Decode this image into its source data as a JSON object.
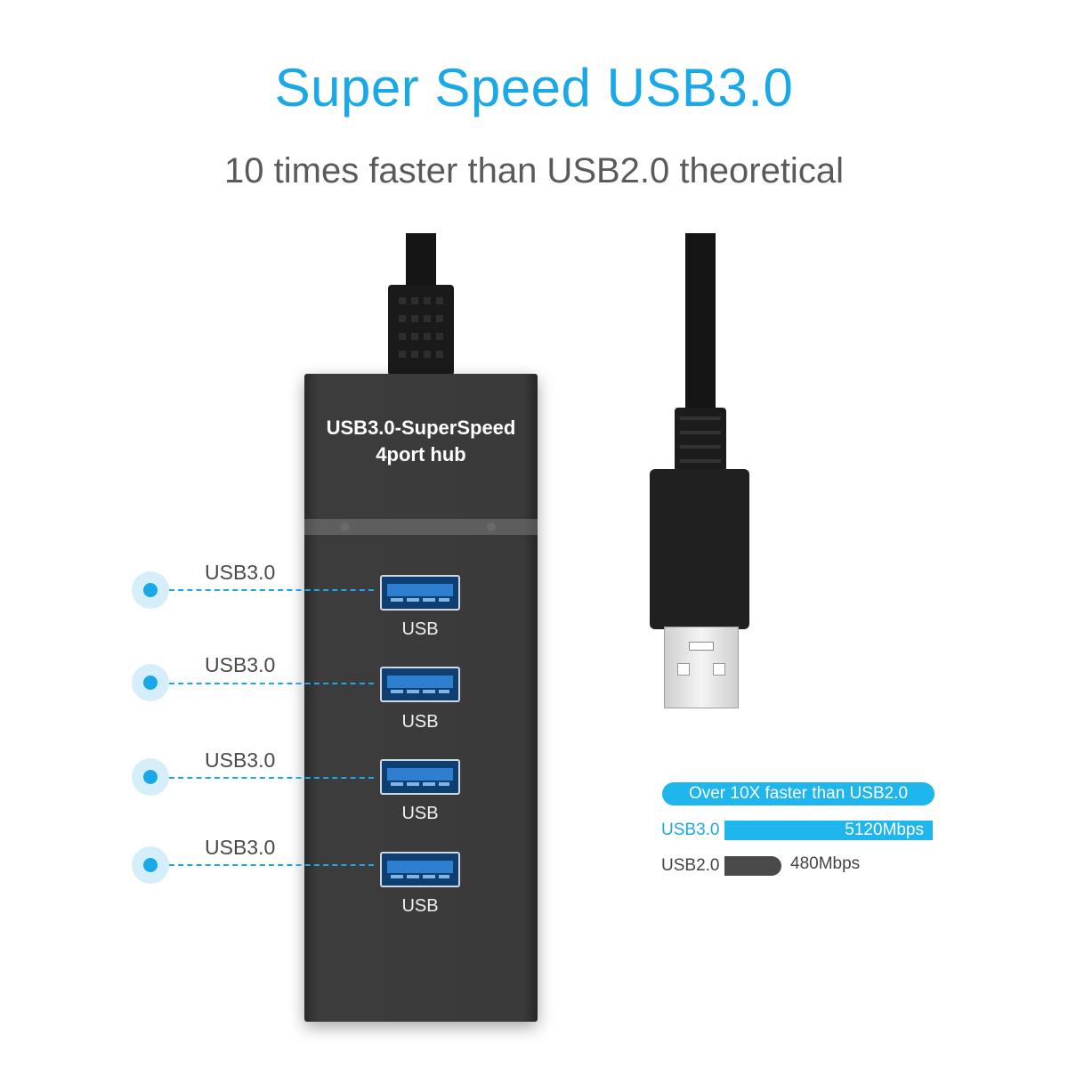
{
  "heading": {
    "title": "Super Speed USB3.0",
    "subtitle": "10 times faster than USB2.0 theoretical"
  },
  "hub": {
    "label_line1": "USB3.0-SuperSpeed",
    "label_line2": "4port hub",
    "ports": [
      {
        "callout": "USB3.0",
        "port_text": "USB"
      },
      {
        "callout": "USB3.0",
        "port_text": "USB"
      },
      {
        "callout": "USB3.0",
        "port_text": "USB"
      },
      {
        "callout": "USB3.0",
        "port_text": "USB"
      }
    ]
  },
  "speed_comparison": {
    "headline": "Over 10X faster than USB2.0",
    "usb3": {
      "label": "USB3.0",
      "value": "5120Mbps",
      "mbps": 5120
    },
    "usb2": {
      "label": "USB2.0",
      "value": "480Mbps",
      "mbps": 480
    }
  },
  "colors": {
    "accent": "#1aa8e8",
    "hub_body": "#3a3a3a",
    "usb2_bar": "#4a4a4a",
    "port_blue": "#2e7fd0"
  }
}
